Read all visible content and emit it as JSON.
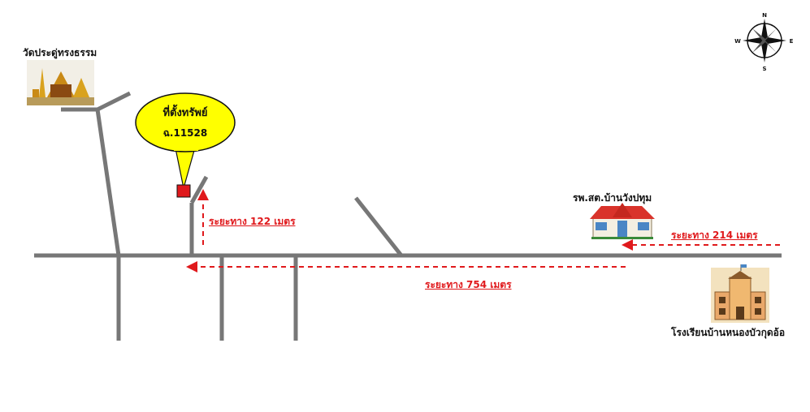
{
  "compass": {
    "n": "N",
    "e": "E",
    "s": "S",
    "w": "W"
  },
  "places": {
    "temple": "วัดประดู่ทรงธรรม",
    "hospital": "รพ.สต.บ้านวังปทุม",
    "school": "โรงเรียนบ้านหนองบัวกุดอ้อ"
  },
  "property": {
    "title": "ที่ตั้งทรัพย์",
    "deed": "ฉ.11528"
  },
  "distances": {
    "d122": "ระยะทาง 122 เมตร",
    "d214": "ระยะทาง 214 เมตร",
    "d754": "ระยะทาง 754 เมตร"
  },
  "colors": {
    "road": "#777777",
    "route": "#e0191c",
    "bubble": "#ffff00",
    "marker": "#e0191c"
  }
}
